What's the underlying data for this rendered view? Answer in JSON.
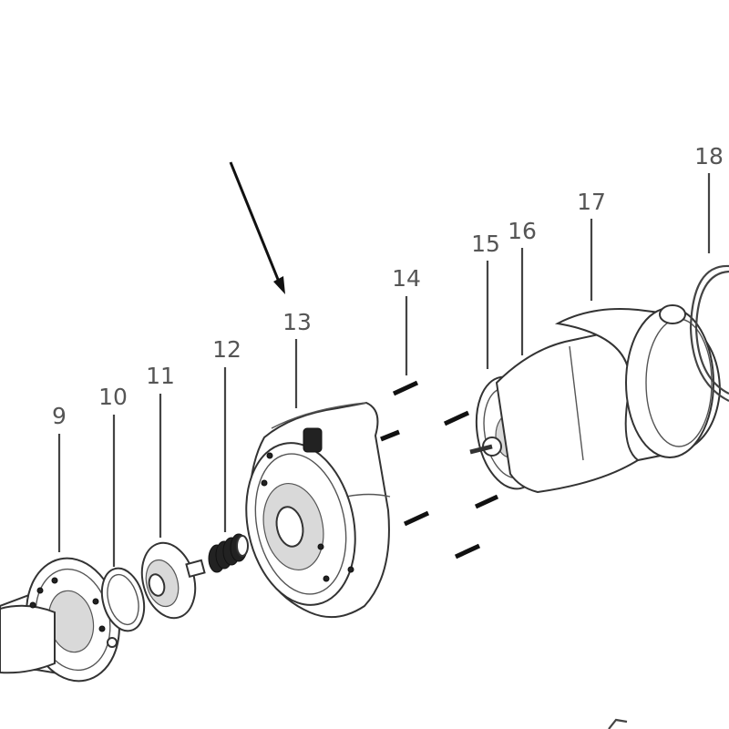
{
  "diagram": {
    "part_numbers": [
      "9",
      "10",
      "11",
      "12",
      "13",
      "14",
      "15",
      "16",
      "17",
      "18"
    ]
  }
}
